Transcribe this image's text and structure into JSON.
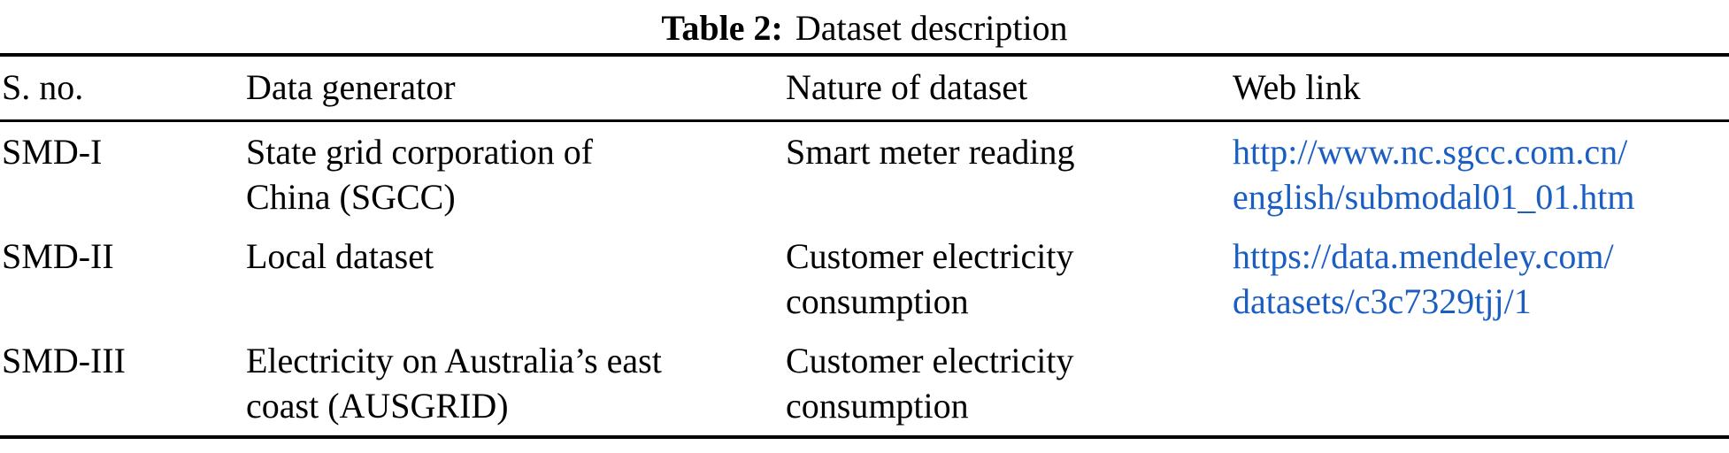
{
  "caption": {
    "label": "Table 2:",
    "text": "Dataset description"
  },
  "table": {
    "columns": [
      "S. no.",
      "Data generator",
      "Nature of dataset",
      "Web link"
    ],
    "rows": [
      {
        "sno": "SMD-I",
        "generator": [
          "State grid corporation of",
          "China (SGCC)"
        ],
        "nature": [
          "Smart meter reading"
        ],
        "link": [
          "http://www.nc.sgcc.com.cn/",
          "english/submodal01_01.htm"
        ]
      },
      {
        "sno": "SMD-II",
        "generator": [
          "Local dataset"
        ],
        "nature": [
          "Customer electricity",
          "consumption"
        ],
        "link": [
          "https://data.mendeley.com/",
          "datasets/c3c7329tjj/1"
        ]
      },
      {
        "sno": "SMD-III",
        "generator": [
          "Electricity on Australia’s east",
          "coast (AUSGRID)"
        ],
        "nature": [
          "Customer electricity",
          "consumption"
        ],
        "link": []
      }
    ]
  },
  "colors": {
    "link": "#1b5ec2",
    "text": "#000000",
    "rule": "#000000"
  }
}
